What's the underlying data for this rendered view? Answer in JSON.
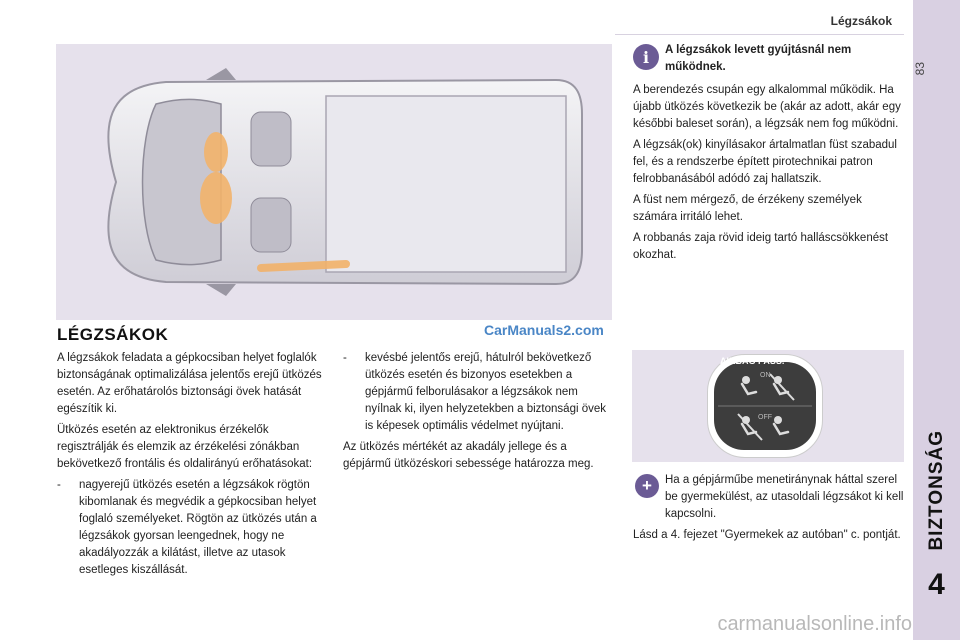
{
  "header": {
    "section_title": "Légzsákok",
    "page_number": "83"
  },
  "sidebar": {
    "section_label": "BIZTONSÁG",
    "chapter_number": "4"
  },
  "watermark": "CarManuals2.com",
  "footer_watermark": "carmanualsonline.info",
  "main": {
    "heading": "LÉGZSÁKOK",
    "intro": "A légzsákok feladata a gépkocsiban helyet foglalók biztonságának optimalizálása jelentős erejű ütközés esetén. Az erőhatárolós biztonsági övek hatását egészítik ki.",
    "sensors": "Ütközés esetén az elektronikus érzékelők regisztrálják és elemzik az érzékelési zónákban bekövetkező frontális és oldalirányú erőhatásokat:",
    "bullets": [
      "nagyerejű ütközés esetén a légzsákok rögtön kibomlanak és megvédik a gépkocsiban helyet foglaló személyeket. Rögtön az ütközés után a légzsákok gyorsan leengednek, hogy ne akadályozzák a kilátást, illetve az utasok esetleges kiszállását.",
      "kevésbé jelentős erejű, hátulról bekövetkező ütközés esetén és bizonyos esetekben a gépjármű felborulásakor a légzsákok nem nyílnak ki, ilyen helyzetekben a biztonsági övek is képesek optimális védelmet nyújtani."
    ],
    "bullet_dash": "-",
    "outro": "Az ütközés mértékét az akadály jellege és a gépjármű ütközéskori sebessége határozza meg."
  },
  "info": {
    "icon": "info-icon",
    "title": "A légzsákok levett gyújtásnál nem működnek.",
    "paragraphs": [
      "A berendezés csupán egy alkalommal működik. Ha újabb ütközés következik be (akár az adott, akár egy későbbi baleset során), a légzsák nem fog működni.",
      "A légzsák(ok) kinyílásakor ártalmatlan füst szabadul fel, és a rendszerbe épített pirotechnikai patron felrobbanásából adódó zaj hallatszik.",
      "A füst nem mérgező, de érzékeny személyek számára irritáló lehet.",
      "A robbanás zaja rövid ideig tartó halláscsökkenést okozhat."
    ]
  },
  "switch_panel": {
    "label": "AIRBAG PASS.",
    "on": "ON",
    "off": "OFF"
  },
  "tip": {
    "icon": "plus-icon",
    "text1": "Ha a gépjárműbe menetiránynak háttal szerel be gyermekülést, az utasoldali légzsákot ki kell kapcsolni.",
    "text2": "Lásd a 4. fejezet \"Gyermekek az autóban\" c. pontját."
  },
  "colors": {
    "accent": "#6b5b95",
    "panel_bg": "#e6e1ec",
    "side_tab": "#d9d0e2"
  }
}
